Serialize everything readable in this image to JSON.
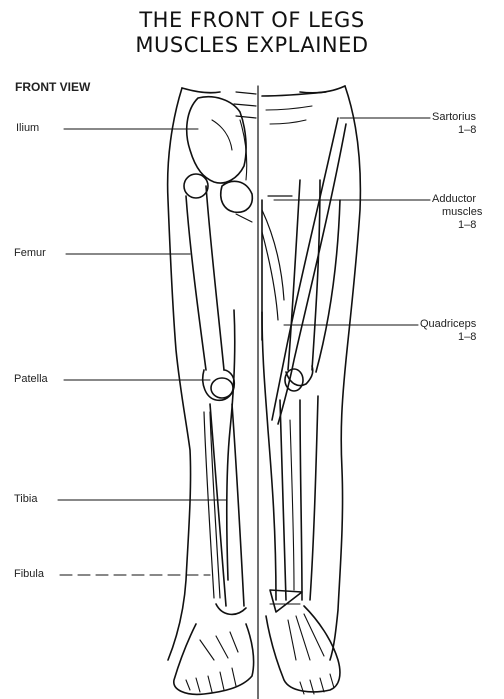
{
  "title": {
    "line1": "THE FRONT OF LEGS",
    "line2": "MUSCLES EXPLAINED"
  },
  "view_label": "FRONT VIEW",
  "labels": {
    "ilium": "Ilium",
    "femur": "Femur",
    "patella": "Patella",
    "tibia": "Tibia",
    "fibula": "Fibula",
    "sartorius": {
      "name": "Sartorius",
      "range": "1–8"
    },
    "adductor": {
      "name": "Adductor",
      "name2": "muscles",
      "range": "1–8"
    },
    "quadriceps": {
      "name": "Quadriceps",
      "range": "1–8"
    }
  }
}
